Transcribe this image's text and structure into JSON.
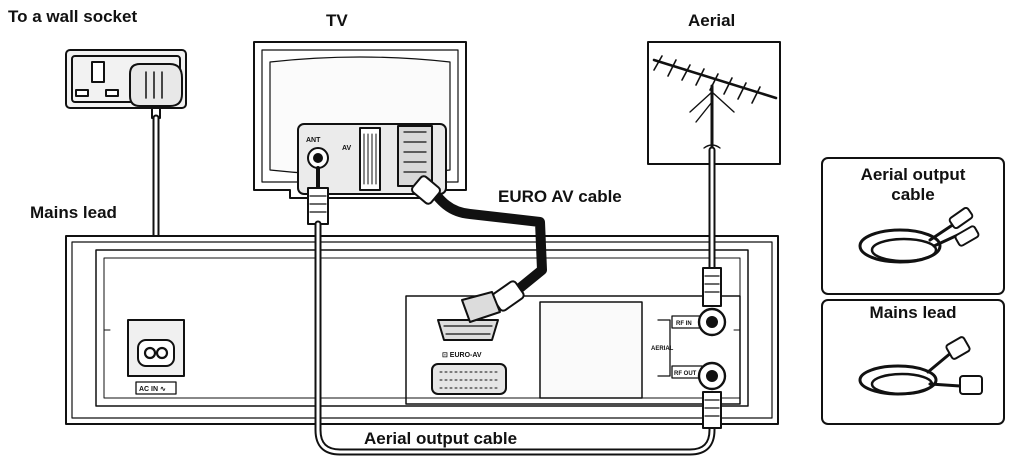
{
  "labels": {
    "wall_socket": "To a wall socket",
    "tv": "TV",
    "aerial": "Aerial",
    "mains_lead": "Mains lead",
    "euro_av_cable": "EURO AV cable",
    "aerial_output_cable": "Aerial output cable"
  },
  "accessories": {
    "aerial_output_cable_line1": "Aerial output",
    "aerial_output_cable_line2": "cable",
    "mains_lead": "Mains lead"
  },
  "panel_markings": {
    "tv_ant": "ANT",
    "tv_av": "AV",
    "ac_in": "AC IN ∿",
    "euro_av": "⊡ EURO-AV",
    "aerial": "AERIAL",
    "rf_in": "RF IN",
    "rf_out": "RF OUT"
  },
  "colors": {
    "ink": "#111111",
    "panel": "#f4f4f4",
    "shade": "#cfcfcf"
  }
}
